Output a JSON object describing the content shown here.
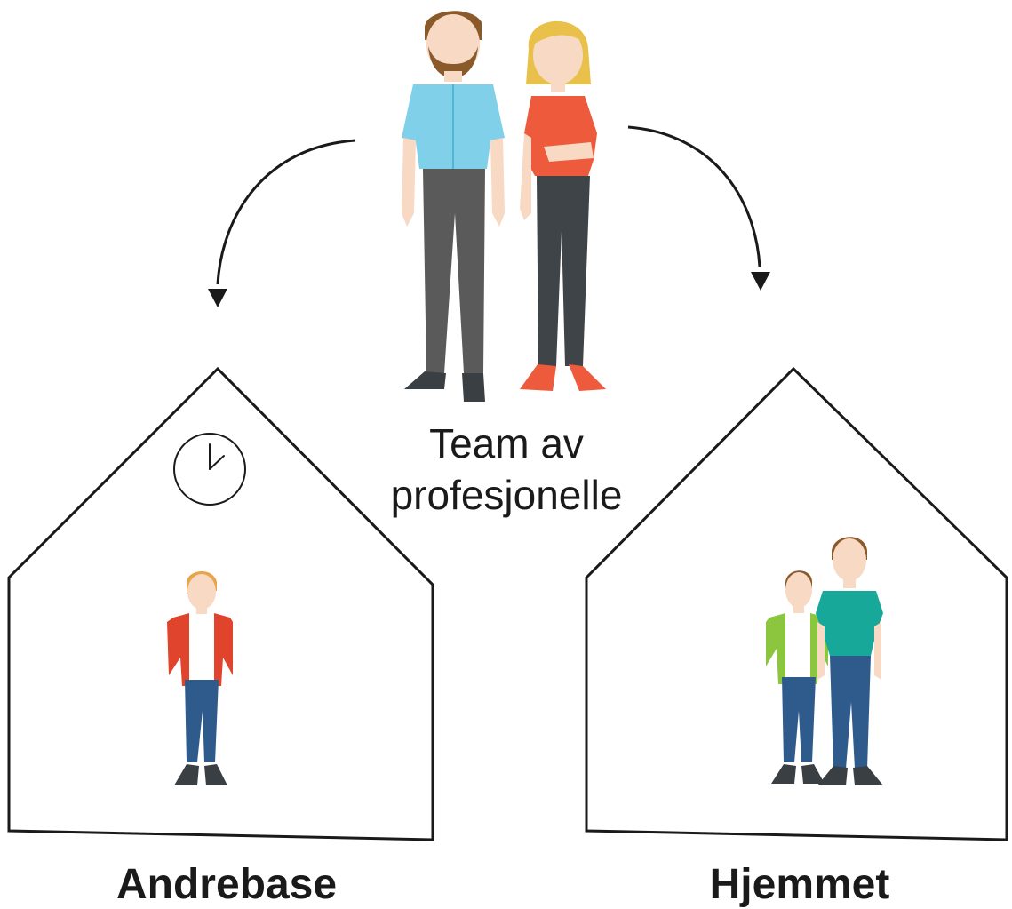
{
  "team_label": {
    "line1": "Team av",
    "line2": "profesjonelle"
  },
  "left_house": {
    "caption": "Andrebase",
    "clock_icon": "clock-icon"
  },
  "right_house": {
    "caption": "Hjemmet"
  },
  "colors": {
    "outline": "#1a1a1a",
    "man_shirt": "#7fd0e8",
    "man_pants": "#5a5a5a",
    "woman_top": "#ee5a3c",
    "woman_pants": "#3f4448",
    "flannel": "#e0442c",
    "jeans": "#2f5b8c",
    "green_jacket": "#8cc63f",
    "teal_shirt": "#17a89a",
    "skin": "#f7d9c4",
    "hair_brown": "#8a5a2b",
    "hair_blond": "#e8c04a"
  }
}
